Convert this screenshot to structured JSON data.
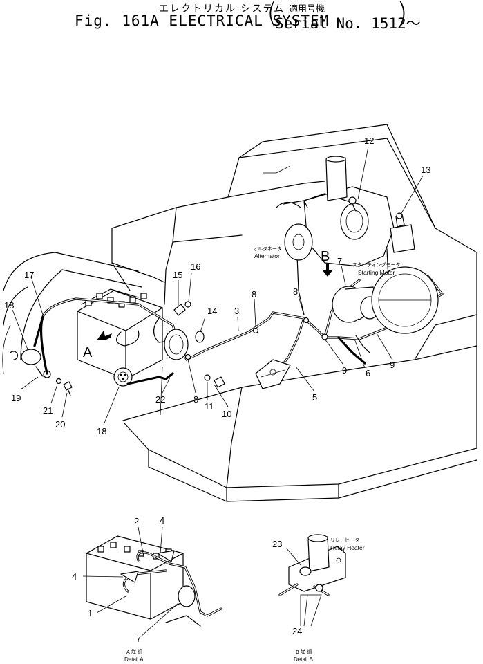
{
  "title": {
    "japanese": "エレクトリカル システム",
    "english": "Fig. 161A ELECTRICAL SYSTEM",
    "serial_japanese": "適用号機",
    "serial_english": "Serial No. 1512～"
  },
  "component_labels": {
    "alternator_jp": "オルタネータ",
    "alternator_en": "Alternator",
    "starting_motor_jp": "スターティングモータ",
    "starting_motor_en": "Starting Motor",
    "relay_heater_jp": "リレーヒータ",
    "relay_heater_en": "Relay Heater"
  },
  "detail_labels": {
    "a_jp": "A 詳 細",
    "a_en": "Detail A",
    "b_jp": "B 詳 細",
    "b_en": "Detail B"
  },
  "view_letters": {
    "a": "A",
    "b": "B"
  },
  "main_callouts": {
    "c3": "3",
    "c6": "6",
    "c7": "7",
    "c8a": "8",
    "c8b": "8",
    "c8c": "8",
    "c9a": "9",
    "c9b": "9",
    "c10": "10",
    "c11": "11",
    "c12": "12",
    "c13": "13",
    "c14": "14",
    "c15": "15",
    "c16": "16",
    "c17": "17",
    "c18a": "18",
    "c18b": "18",
    "c19": "19",
    "c20": "20",
    "c21": "21",
    "c22": "22"
  },
  "detail_a_callouts": {
    "c1": "1",
    "c2": "2",
    "c4a": "4",
    "c4b": "4",
    "c7": "7"
  },
  "detail_b_callouts": {
    "c23": "23",
    "c24": "24"
  }
}
